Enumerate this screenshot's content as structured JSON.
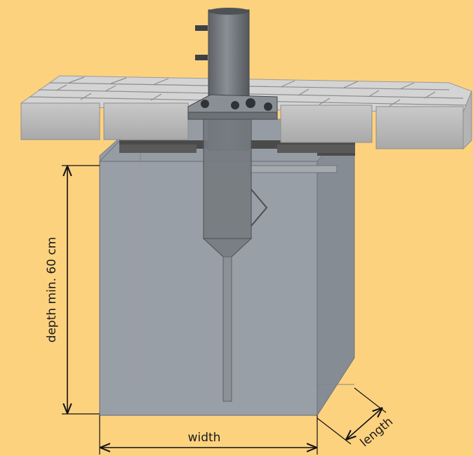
{
  "diagram": {
    "labels": {
      "depth": "depth min. 60 cm",
      "width": "width",
      "length": "length"
    },
    "colors": {
      "background": "#fdd27f",
      "pit_fill": "#8f959c",
      "paver_top": "#d6d6d6",
      "paver_front": "#bdbdbd",
      "pole": "#6e7378",
      "dimension_line": "#111111"
    }
  }
}
